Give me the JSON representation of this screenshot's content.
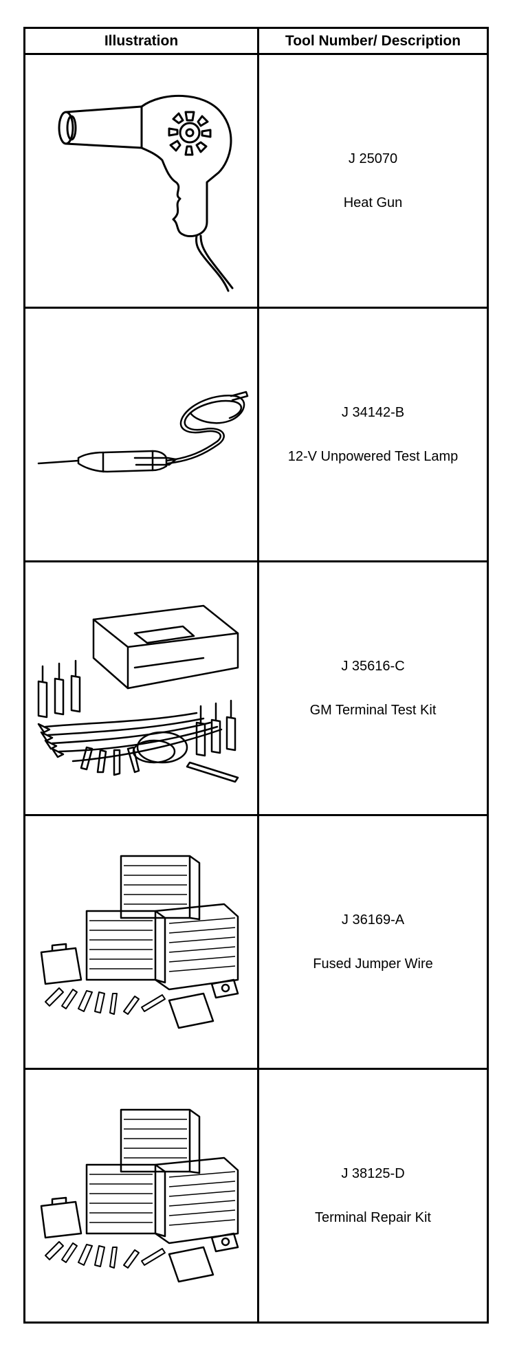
{
  "table": {
    "header_illustration": "Illustration",
    "header_description": "Tool Number/ Description",
    "rows": [
      {
        "number": "J 25070",
        "description": "Heat Gun",
        "icon": "heat-gun-icon"
      },
      {
        "number": "J 34142-B",
        "description": "12-V Unpowered Test Lamp",
        "icon": "test-lamp-icon"
      },
      {
        "number": "J 35616-C",
        "description": "GM Terminal Test Kit",
        "icon": "terminal-test-kit-icon"
      },
      {
        "number": "J 36169-A",
        "description": "Fused Jumper Wire",
        "icon": "fused-jumper-wire-kit-icon"
      },
      {
        "number": "J 38125-D",
        "description": "Terminal Repair Kit",
        "icon": "terminal-repair-kit-icon"
      }
    ]
  }
}
